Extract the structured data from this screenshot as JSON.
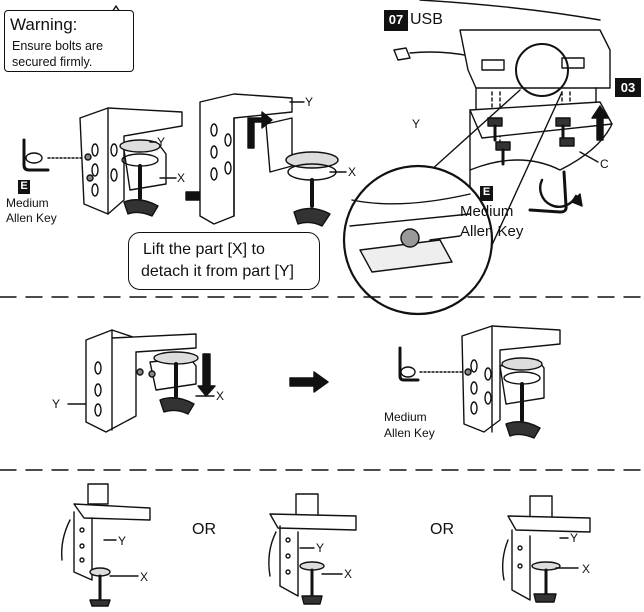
{
  "warning": {
    "title": "Warning:",
    "line1": "Ensure bolts are",
    "line2": "secured firmly."
  },
  "badges": {
    "usb_number": "07",
    "usb_label": "USB",
    "clamp_number": "03"
  },
  "tool": {
    "letter": "E",
    "name_line1": "Medium",
    "name_line2": "Allen Key"
  },
  "parts": {
    "x": "X",
    "y": "Y",
    "c": "C"
  },
  "callout": {
    "line1": "Lift the part [X] to",
    "line2": "detach it from part [Y]"
  },
  "options": {
    "or": "OR"
  }
}
